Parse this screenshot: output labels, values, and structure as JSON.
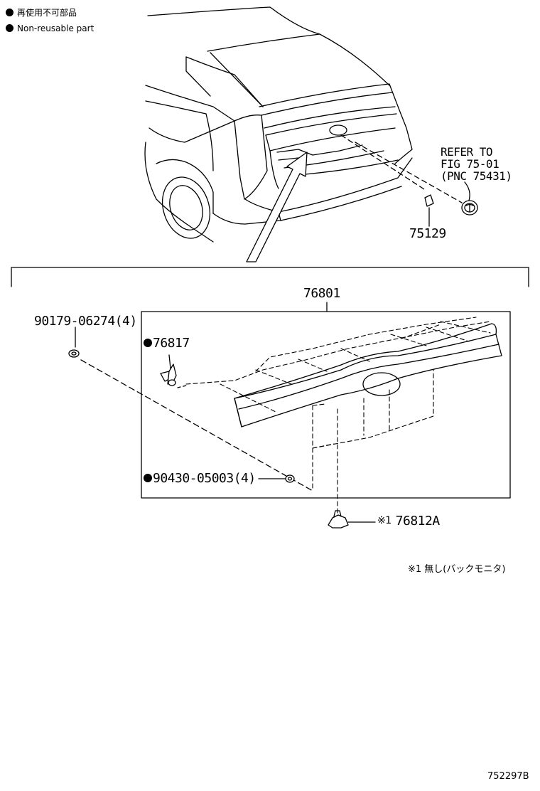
{
  "legend": {
    "non_reusable_jp": "再使用不可部品",
    "non_reusable_en": "Non-reusable part"
  },
  "reference": {
    "line1": "REFER TO",
    "line2": "FIG 75-01",
    "line3": "(PNC 75431)"
  },
  "parts": {
    "p75129": "75129",
    "p76801": "76801",
    "p90179": "90179-06274(4)",
    "p76817": "76817",
    "p90430": "90430-05003(4)",
    "p76812A_mark": "※1",
    "p76812A": "76812A"
  },
  "footnote": "※1 無し(バックモニタ)",
  "figure_id": "752297B"
}
